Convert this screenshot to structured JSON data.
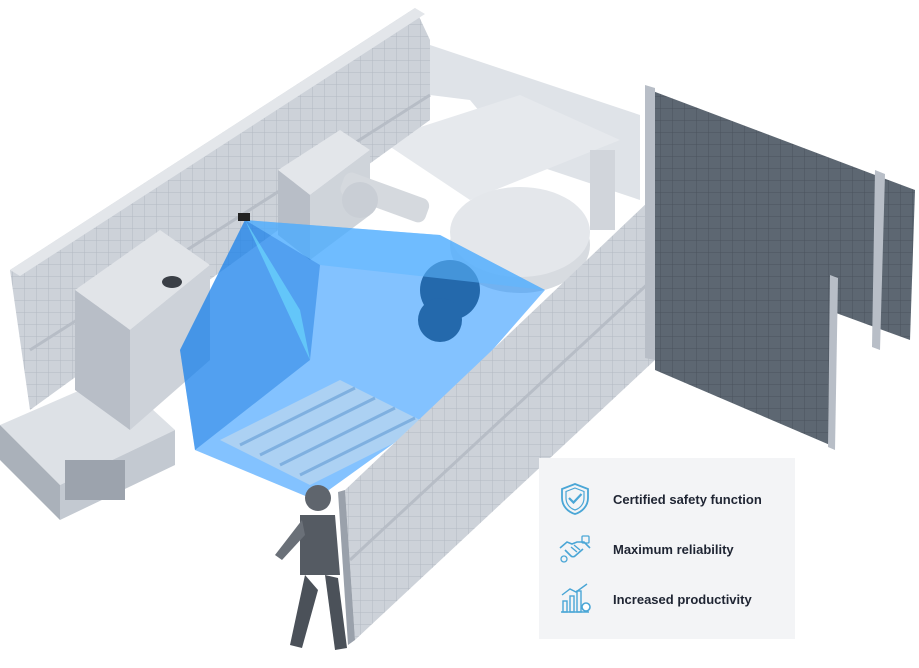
{
  "scene": {
    "fence_color": "#c9ced6",
    "fence_shadow": "#aeb4be",
    "dark_panel_color": "#5b6570",
    "floor_color": "#dfe3e8",
    "scan_field_color": "#1e90ff",
    "robot_color": "#d7dbe0",
    "worker_color": "#555b63"
  },
  "features": {
    "accent_color": "#4aa6d6",
    "items": [
      {
        "icon": "shield-check-icon",
        "label": "Certified safety function"
      },
      {
        "icon": "handshake-icon",
        "label": "Maximum reliability"
      },
      {
        "icon": "bar-chart-gear-icon",
        "label": "Increased productivity"
      }
    ]
  }
}
